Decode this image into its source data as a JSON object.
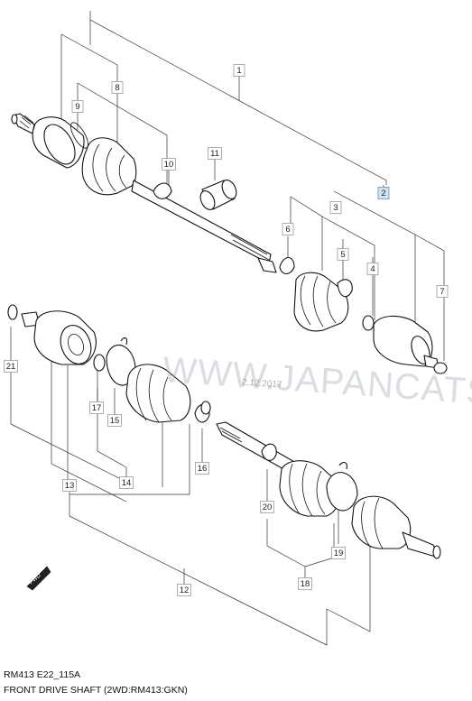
{
  "diagram": {
    "code": "RM413 E22_115A",
    "title": "FRONT DRIVE SHAFT (2WD:RM413:GKN)",
    "watermark": "WWW.JAPANCATS.RU",
    "stamp": "2.12.2017",
    "direction_label": "FWD",
    "callouts": [
      {
        "id": "c1",
        "label": "1"
      },
      {
        "id": "c2",
        "label": "2"
      },
      {
        "id": "c3",
        "label": "3"
      },
      {
        "id": "c4",
        "label": "4"
      },
      {
        "id": "c5",
        "label": "5"
      },
      {
        "id": "c6",
        "label": "6"
      },
      {
        "id": "c7",
        "label": "7"
      },
      {
        "id": "c8",
        "label": "8"
      },
      {
        "id": "c9",
        "label": "9"
      },
      {
        "id": "c10",
        "label": "10"
      },
      {
        "id": "c11",
        "label": "11"
      },
      {
        "id": "c12",
        "label": "12"
      },
      {
        "id": "c13",
        "label": "13"
      },
      {
        "id": "c14",
        "label": "14"
      },
      {
        "id": "c15",
        "label": "15"
      },
      {
        "id": "c16",
        "label": "16"
      },
      {
        "id": "c17",
        "label": "17"
      },
      {
        "id": "c18",
        "label": "18"
      },
      {
        "id": "c19",
        "label": "19"
      },
      {
        "id": "c20",
        "label": "20"
      },
      {
        "id": "c21",
        "label": "21"
      }
    ],
    "highlight_color": "#cfe3f3"
  }
}
